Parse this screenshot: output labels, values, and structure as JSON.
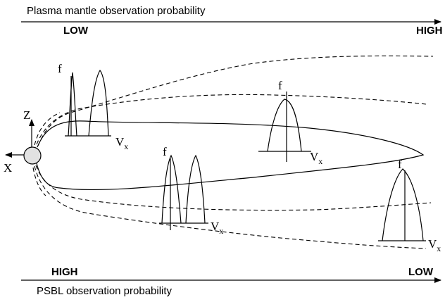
{
  "top_scale": {
    "title": "Plasma mantle observation probability",
    "left_label": "LOW",
    "right_label": "HIGH"
  },
  "bottom_scale": {
    "title": "PSBL observation probability",
    "left_label": "HIGH",
    "right_label": "LOW"
  },
  "axes": {
    "x_axis": "X",
    "z_axis": "Z"
  },
  "distributions": {
    "f_label": "f",
    "v_label": "V",
    "v_subscript": "x"
  }
}
